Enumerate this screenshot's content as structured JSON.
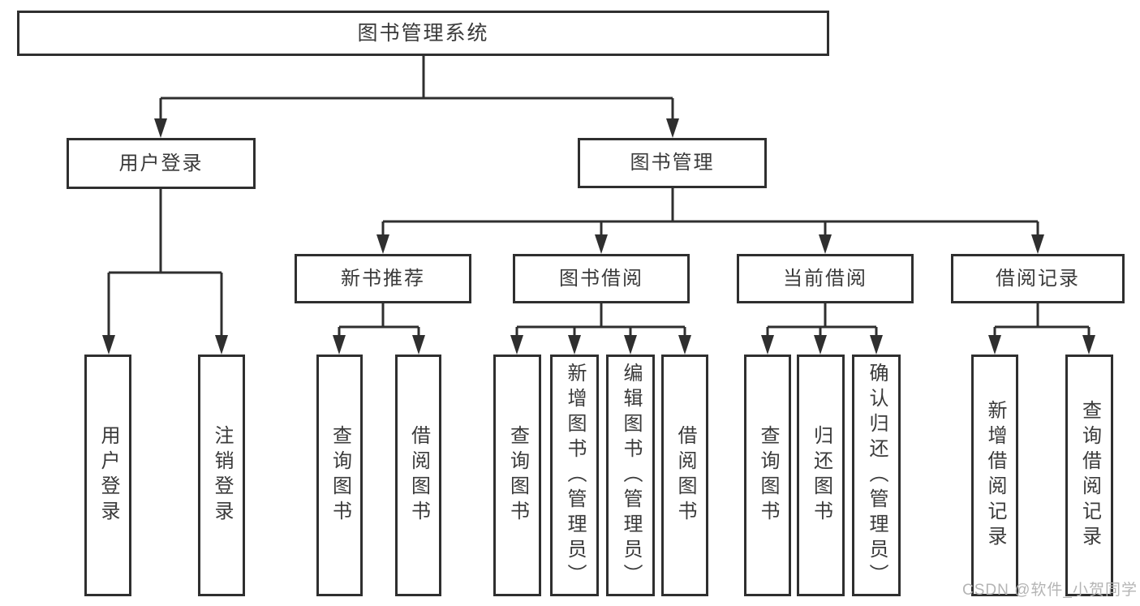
{
  "diagram": {
    "type": "hierarchy-tree",
    "orientation": "top-down",
    "nodes": {
      "root": {
        "label": "图书管理系统"
      },
      "user_login": {
        "label": "用户登录"
      },
      "book_mgmt": {
        "label": "图书管理"
      },
      "new_book_rec": {
        "label": "新书推荐"
      },
      "book_borrow": {
        "label": "图书借阅"
      },
      "current_borrow": {
        "label": "当前借阅"
      },
      "borrow_record": {
        "label": "借阅记录"
      },
      "leaf_user_login": {
        "label": "用户登录"
      },
      "leaf_logout": {
        "label": "注销登录"
      },
      "leaf_nbr_query": {
        "label": "查询图书"
      },
      "leaf_nbr_borrow": {
        "label": "借阅图书"
      },
      "leaf_bb_query": {
        "label": "查询图书"
      },
      "leaf_bb_add": {
        "label": "新增图书（管理员）"
      },
      "leaf_bb_edit": {
        "label": "编辑图书（管理员）"
      },
      "leaf_bb_borrow": {
        "label": "借阅图书"
      },
      "leaf_cb_query": {
        "label": "查询图书"
      },
      "leaf_cb_return": {
        "label": "归还图书"
      },
      "leaf_cb_confirm": {
        "label": "确认归还（管理员）"
      },
      "leaf_br_add": {
        "label": "新增借阅记录"
      },
      "leaf_br_query": {
        "label": "查询借阅记录"
      }
    },
    "hierarchy": {
      "root": [
        "user_login",
        "book_mgmt"
      ],
      "user_login": [
        "leaf_user_login",
        "leaf_logout"
      ],
      "book_mgmt": [
        "new_book_rec",
        "book_borrow",
        "current_borrow",
        "borrow_record"
      ],
      "new_book_rec": [
        "leaf_nbr_query",
        "leaf_nbr_borrow"
      ],
      "book_borrow": [
        "leaf_bb_query",
        "leaf_bb_add",
        "leaf_bb_edit",
        "leaf_bb_borrow"
      ],
      "current_borrow": [
        "leaf_cb_query",
        "leaf_cb_return",
        "leaf_cb_confirm"
      ],
      "borrow_record": [
        "leaf_br_add",
        "leaf_br_query"
      ]
    },
    "colors": {
      "line": "#2f2f2f",
      "box_border": "#2f2f2f",
      "box_fill": "#ffffff",
      "text": "#3a3a3a",
      "background": "#ffffff",
      "watermark": "#b4b4b4"
    }
  },
  "watermark": {
    "text": "CSDN @软件_小贺同学"
  }
}
